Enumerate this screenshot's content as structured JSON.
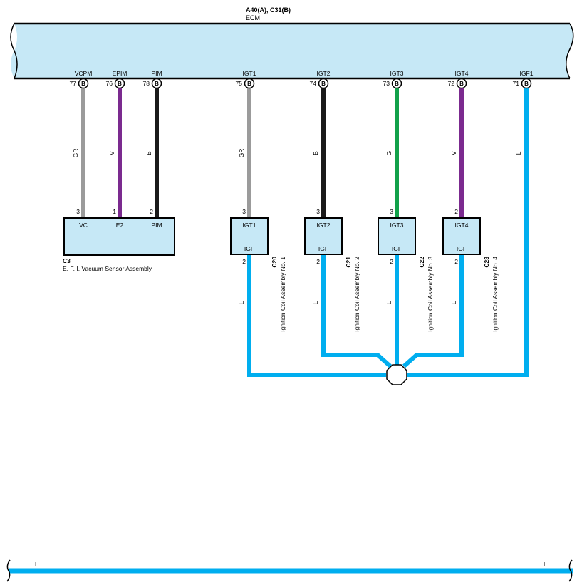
{
  "ecm": {
    "connector_ref": "A40(A), C31(B)",
    "name": "ECM",
    "fill_color": "#c6e8f6"
  },
  "pins": [
    {
      "id": "vcpm",
      "name": "VCPM",
      "num": "77",
      "conn": "B"
    },
    {
      "id": "epim",
      "name": "EPIM",
      "num": "76",
      "conn": "B"
    },
    {
      "id": "pim",
      "name": "PIM",
      "num": "78",
      "conn": "B"
    },
    {
      "id": "igt1",
      "name": "IGT1",
      "num": "75",
      "conn": "B"
    },
    {
      "id": "igt2",
      "name": "IGT2",
      "num": "74",
      "conn": "B"
    },
    {
      "id": "igt3",
      "name": "IGT3",
      "num": "73",
      "conn": "B"
    },
    {
      "id": "igt4",
      "name": "IGT4",
      "num": "72",
      "conn": "B"
    },
    {
      "id": "igf1",
      "name": "IGF1",
      "num": "71",
      "conn": "B"
    }
  ],
  "wires": [
    {
      "id": "vcpm",
      "color_code": "GR",
      "hex": "#9b9b9b"
    },
    {
      "id": "epim",
      "color_code": "V",
      "hex": "#7b2a8f"
    },
    {
      "id": "pim",
      "color_code": "B",
      "hex": "#1a1a1a"
    },
    {
      "id": "igt1",
      "color_code": "GR",
      "hex": "#9b9b9b"
    },
    {
      "id": "igt2",
      "color_code": "B",
      "hex": "#1a1a1a"
    },
    {
      "id": "igt3",
      "color_code": "G",
      "hex": "#12a14a"
    },
    {
      "id": "igt4",
      "color_code": "V",
      "hex": "#7b2a8f"
    },
    {
      "id": "igf1",
      "color_code": "L",
      "hex": "#00aeef"
    }
  ],
  "vacuum_sensor": {
    "code": "C3",
    "name": "E. F. I.  Vacuum Sensor Assembly",
    "terminals": [
      {
        "name": "VC",
        "num": "3"
      },
      {
        "name": "E2",
        "num": "1"
      },
      {
        "name": "PIM",
        "num": "2"
      }
    ]
  },
  "coils": [
    {
      "code": "C20",
      "name": "Ignition Coil Assembly No.  1",
      "top": "IGT1",
      "bottom": "IGF",
      "in_pin": "3",
      "out_pin": "2",
      "out_wire": "L"
    },
    {
      "code": "C21",
      "name": "Ignition Coil Assembly No.  2",
      "top": "IGT2",
      "bottom": "IGF",
      "in_pin": "3",
      "out_pin": "2",
      "out_wire": "L"
    },
    {
      "code": "C22",
      "name": "Ignition Coil Assembly No.  3",
      "top": "IGT3",
      "bottom": "IGF",
      "in_pin": "3",
      "out_pin": "2",
      "out_wire": "L"
    },
    {
      "code": "C23",
      "name": "Ignition Coil Assembly No.  4",
      "top": "IGT4",
      "bottom": "IGF",
      "in_pin": "2",
      "out_pin": "2",
      "out_wire": "L"
    }
  ],
  "bottom_bus": {
    "left_label": "L",
    "right_label": "L",
    "color": "#00aeef"
  }
}
